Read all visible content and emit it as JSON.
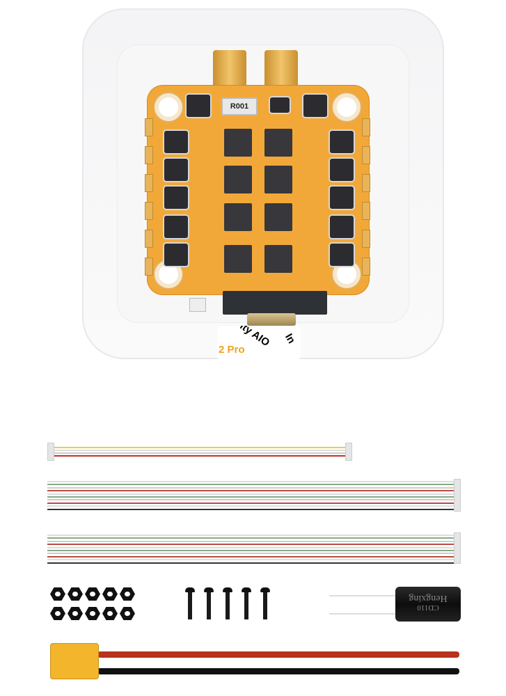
{
  "board": {
    "resistor_label": "R001"
  },
  "sticker": {
    "line1": "ity AIO",
    "line2": "2 Pro",
    "line3": "In"
  },
  "capacitor": {
    "brand": "Hengxing",
    "code": "CD110"
  },
  "colors": {
    "pcb": "#f2a838",
    "wire_red": "#b8321c",
    "wire_black": "#111111",
    "connector_yellow": "#f2b52c"
  }
}
